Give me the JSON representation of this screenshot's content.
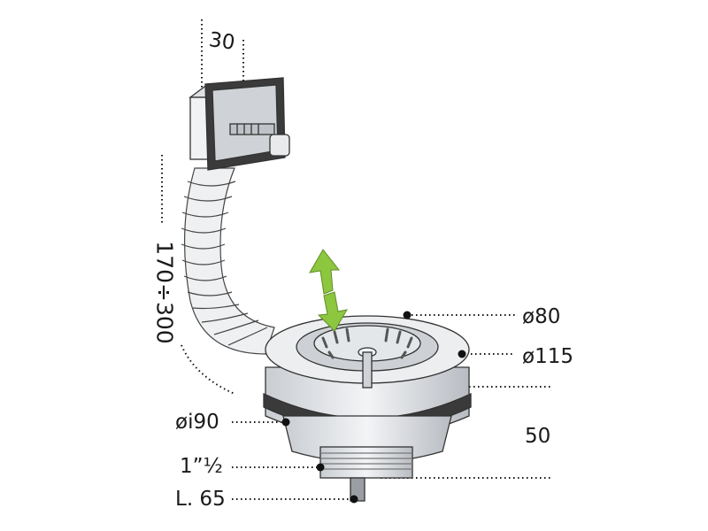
{
  "dimensions": {
    "bracket_width": "30",
    "hose_length": "170÷300",
    "basket_diameter": "ø80",
    "flange_diameter": "ø115",
    "height": "50",
    "inner_diameter": "øi90",
    "thread": "1”½",
    "overflow_length": "L. 65"
  },
  "colors": {
    "arrow": "#8dc63f",
    "body": "#e6e9ec",
    "gasket": "#3a3a3a",
    "dots": "#111111"
  }
}
